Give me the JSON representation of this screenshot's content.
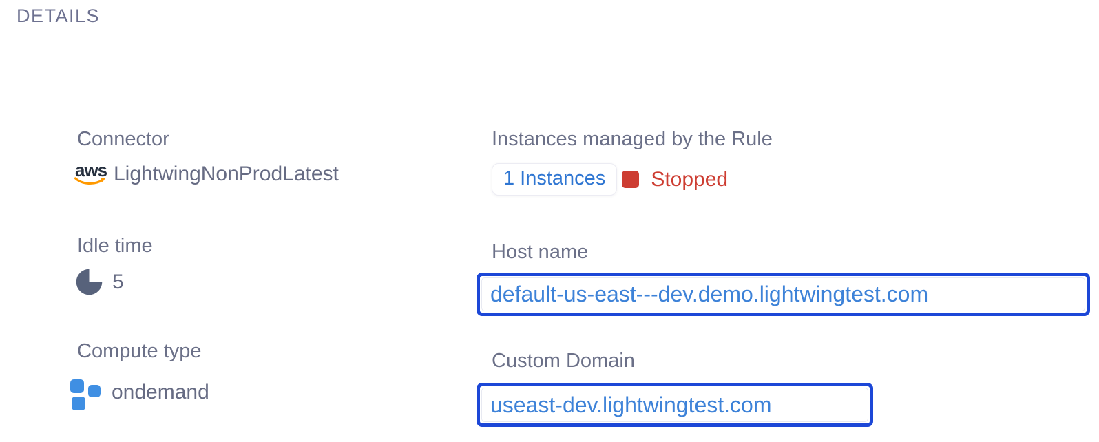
{
  "page": {
    "title": "DETAILS"
  },
  "colors": {
    "label_gray": "#6b7088",
    "value_gray": "#666b83",
    "link_blue": "#2f76d2",
    "url_text_blue": "#3d82d8",
    "focus_ring_blue": "#1c47d7",
    "status_red": "#cd3d32",
    "idle_icon_slate": "#57627b",
    "compute_icon_blue": "#3f8fe3",
    "aws_navy": "#252f3e",
    "aws_orange": "#ff9900"
  },
  "details": {
    "connector": {
      "label": "Connector",
      "icon_text": "aws",
      "value": "LightwingNonProdLatest"
    },
    "idle_time": {
      "label": "Idle time",
      "value": "5"
    },
    "compute_type": {
      "label": "Compute type",
      "value": "ondemand"
    },
    "instances": {
      "label": "Instances managed by the Rule",
      "count": "1 Instances",
      "status": "Stopped"
    },
    "host_name": {
      "label": "Host name",
      "value": "default-us-east---dev.demo.lightwingtest.com"
    },
    "custom_domain": {
      "label": "Custom Domain",
      "value": "useast-dev.lightwingtest.com"
    }
  }
}
